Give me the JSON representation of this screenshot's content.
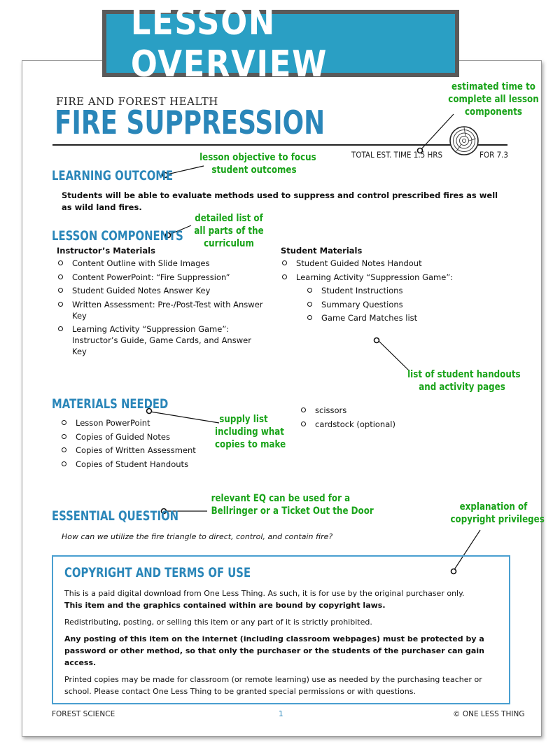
{
  "banner": {
    "title": "LESSON OVERVIEW"
  },
  "header": {
    "category": "FIRE AND FOREST HEALTH",
    "title": "FIRE SUPPRESSION",
    "total_time": "TOTAL EST. TIME 1.5 HRS",
    "standard": "FOR 7.3"
  },
  "annotations": {
    "time": [
      "estimated time to",
      "complete all lesson",
      "components"
    ],
    "objective": [
      "lesson objective to focus",
      "student  outcomes"
    ],
    "components": [
      "detailed list of",
      "all parts of the",
      "curriculum"
    ],
    "handouts": [
      "list of student handouts",
      "and activity pages"
    ],
    "supply": [
      "supply list",
      "including what",
      "copies to make"
    ],
    "eq": [
      "relevant EQ can be used for a",
      "Bellringer or a Ticket Out the Door"
    ],
    "copyright": [
      "explanation of",
      "copyright privileges"
    ]
  },
  "learning_outcome": {
    "heading": "LEARNING OUTCOME",
    "text": "Students will be able to evaluate methods used to suppress and control prescribed fires as well as wild land fires."
  },
  "lesson_components": {
    "heading": "LESSON COMPONENTS",
    "instructor": {
      "heading": "Instructor’s Materials",
      "items": [
        "Content Outline with Slide Images",
        "Content PowerPoint: “Fire Suppression”",
        "Student Guided Notes Answer Key",
        "Written Assessment: Pre-/Post-Test with Answer Key",
        "Learning Activity “Suppression Game”: Instructor’s Guide, Game Cards, and Answer Key"
      ]
    },
    "student": {
      "heading": "Student Materials",
      "items": [
        "Student Guided Notes Handout",
        "Learning Activity “Suppression Game”:"
      ],
      "subitems": [
        "Student Instructions",
        "Summary Questions",
        "Game Card Matches list"
      ]
    }
  },
  "materials_needed": {
    "heading": "MATERIALS NEEDED",
    "left": [
      "Lesson PowerPoint",
      "Copies of Guided Notes",
      "Copies of Written Assessment",
      "Copies of Student Handouts"
    ],
    "right": [
      "scissors",
      "cardstock (optional)"
    ]
  },
  "essential_question": {
    "heading": "ESSENTIAL QUESTION",
    "text": "How can we utilize the fire triangle to direct, control, and contain fire?"
  },
  "copyright": {
    "heading": "COPYRIGHT AND TERMS OF USE",
    "p1": "This is a paid digital download from One Less Thing. As such, it is for use by the original purchaser only.",
    "p1_bold": "This item and the graphics contained within are bound by copyright laws.",
    "p2": "Redistributing, posting, or selling this item or any part of it is strictly prohibited.",
    "p3": "Any posting of this item on the internet (including classroom webpages) must be protected by a password or other method, so that only the purchaser or the students of the purchaser can gain access.",
    "p4": "Printed copies may be made for classroom (or remote learning) use as needed by the purchasing teacher or school. Please contact One Less Thing to be granted special permissions or with questions."
  },
  "footer": {
    "left": "FOREST SCIENCE",
    "page": "1",
    "right": "© ONE LESS THING"
  },
  "colors": {
    "accent": "#2a86b9",
    "banner": "#2a9fc4",
    "annotation": "#19a319"
  }
}
